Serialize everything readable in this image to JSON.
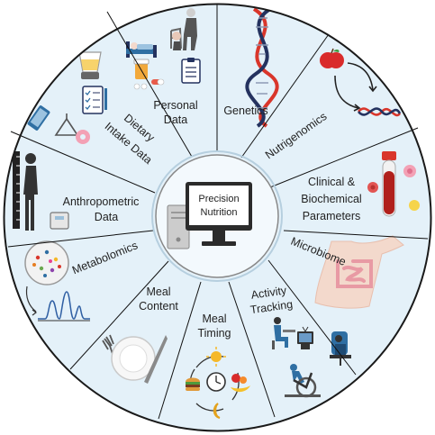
{
  "diagram": {
    "center": {
      "title": [
        "Precision",
        "Nutrition"
      ],
      "icon": "computer-icon"
    },
    "colors": {
      "segment_fill": "#e4f1f9",
      "center_fill": "#f3f9fd",
      "divider": "#111111",
      "rim": "#1a1a1a",
      "dna_red": "#d9362b",
      "dna_navy": "#24325f",
      "apple": "#d92b2b",
      "monitor": "#2b2b2b",
      "skin": "#f3d9cc",
      "gut": "#e89aa4",
      "person_blue": "#2f6fa3",
      "person_dark": "#333333"
    },
    "segments": [
      {
        "id": "personal-data",
        "label": [
          "Personal",
          "Data"
        ],
        "icons": [
          "bed-icon",
          "elderly-person-icon",
          "medication-icon",
          "clipboard-icon"
        ]
      },
      {
        "id": "genetics",
        "label": [
          "Genetics"
        ],
        "icons": [
          "dna-icon"
        ]
      },
      {
        "id": "nutrigenomics",
        "label": [
          "Nutrigenomics"
        ],
        "icons": [
          "apple-icon",
          "dna-icon"
        ]
      },
      {
        "id": "clinical",
        "label": [
          "Clinical &",
          "Biochemical",
          "Parameters"
        ],
        "icons": [
          "blood-tube-icon",
          "blood-cells-icon"
        ]
      },
      {
        "id": "microbiome",
        "label": [
          "Microbiome"
        ],
        "icons": [
          "torso-icon",
          "intestine-icon"
        ]
      },
      {
        "id": "activity",
        "label": [
          "Activity",
          "Tracking"
        ],
        "icons": [
          "person-desk-icon",
          "person-tv-icon",
          "person-gaming-icon",
          "exercise-bike-icon"
        ]
      },
      {
        "id": "meal-timing",
        "label": [
          "Meal",
          "Timing"
        ],
        "icons": [
          "clock-icon",
          "sun-icon",
          "moon-icon",
          "burger-icon",
          "fruit-icon"
        ]
      },
      {
        "id": "meal-content",
        "label": [
          "Meal",
          "Content"
        ],
        "icons": [
          "plate-icon",
          "fork-icon",
          "knife-icon"
        ]
      },
      {
        "id": "metabolomics",
        "label": [
          "Metabolomics"
        ],
        "icons": [
          "petri-dish-icon",
          "chromatogram-icon"
        ]
      },
      {
        "id": "anthropometric",
        "label": [
          "Anthropometric",
          "Data"
        ],
        "icons": [
          "person-silhouette-icon",
          "ruler-icon",
          "scale-icon"
        ]
      },
      {
        "id": "dietary",
        "label": [
          "Dietary",
          "Intake Data"
        ],
        "icons": [
          "blender-icon",
          "checklist-icon",
          "phone-icon",
          "scale-icon",
          "donut-icon"
        ]
      }
    ]
  }
}
